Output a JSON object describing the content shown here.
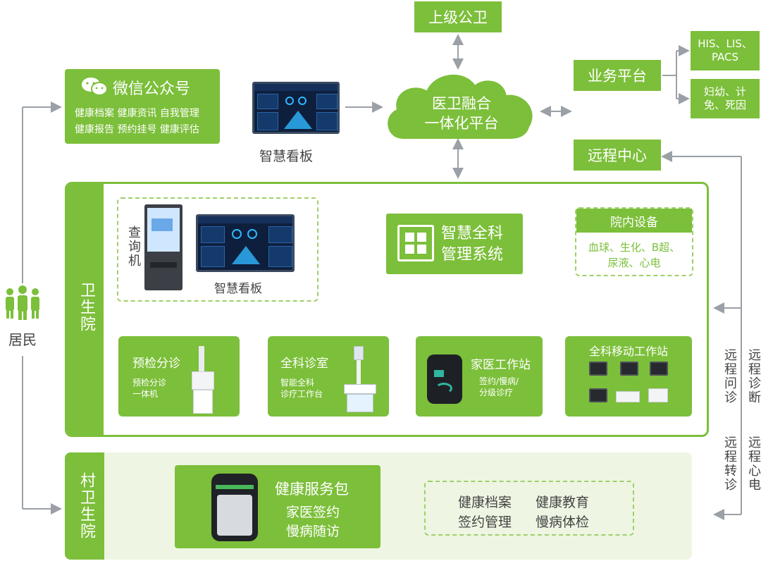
{
  "top": {
    "superior": "上级公卫",
    "cloud_line1": "医卫融合",
    "cloud_line2": "一体化平台",
    "business": "业务平台",
    "his": "HIS、LIS、PACS",
    "maternal": "妇幼、计免、死因",
    "remote_center": "远程中心",
    "dashboard_label": "智慧看板"
  },
  "wechat": {
    "title": "微信公众号",
    "line1": "健康档案 健康资讯 自我管理",
    "line2": "健康报告 预约挂号 健康评估"
  },
  "resident": {
    "label": "居民"
  },
  "township": {
    "label": "卫生院",
    "kiosk_label": "查询机",
    "dashboard_label": "智慧看板",
    "system_line1": "智慧全科",
    "system_line2": "管理系统",
    "equipment_title": "院内设备",
    "equipment_line1": "血球、生化、B超、",
    "equipment_line2": "尿液、心电",
    "stations": [
      {
        "title": "预检分诊",
        "sub1": "预检分诊",
        "sub2": "一体机"
      },
      {
        "title": "全科诊室",
        "sub1": "智能全科",
        "sub2": "诊疗工作台"
      },
      {
        "title": "家医工作站",
        "sub1": "签约/慢病/",
        "sub2": "分级诊疗"
      },
      {
        "title": "全科移动工作站"
      }
    ]
  },
  "village": {
    "label": "村卫生院",
    "pack_title": "健康服务包",
    "pack_line1": "家医签约",
    "pack_line2": "慢病随访",
    "svc1": "健康档案",
    "svc2": "健康教育",
    "svc3": "签约管理",
    "svc4": "慢病体检"
  },
  "remote": {
    "consult": "远程问诊",
    "referral": "远程转诊",
    "diagnosis": "远程诊断",
    "ecg": "远程心电"
  },
  "colors": {
    "green": "#7cbf3a",
    "light_green": "#eef6e3",
    "line_gray": "#9aa0a6"
  }
}
